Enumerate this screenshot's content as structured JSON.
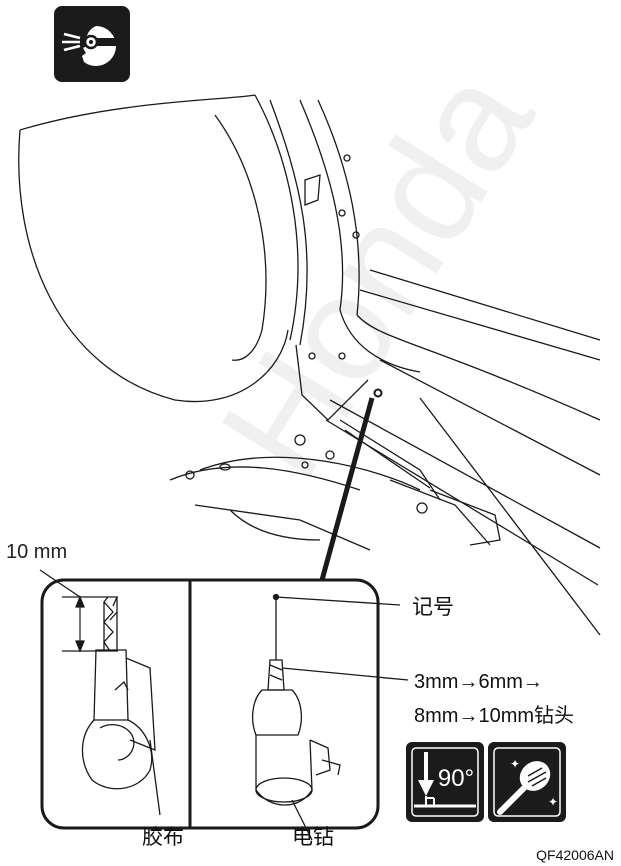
{
  "labels": {
    "dimension": "10 mm",
    "mark": "记号",
    "drill_sizes_line1": "3mm→6mm→",
    "drill_sizes_line2": "8mm→10mm钻头",
    "tape": "胶布",
    "electric_drill": "电钻",
    "angle": "90°",
    "figure_code": "QF42006AN"
  },
  "watermark": "Honda",
  "icons": [
    "eye-protection-icon",
    "drill-angle-90-icon",
    "deburr-tool-icon"
  ],
  "colors": {
    "line": "#1a1a1a",
    "icon_bg": "#1b1b1b",
    "watermark": "#efefef"
  }
}
